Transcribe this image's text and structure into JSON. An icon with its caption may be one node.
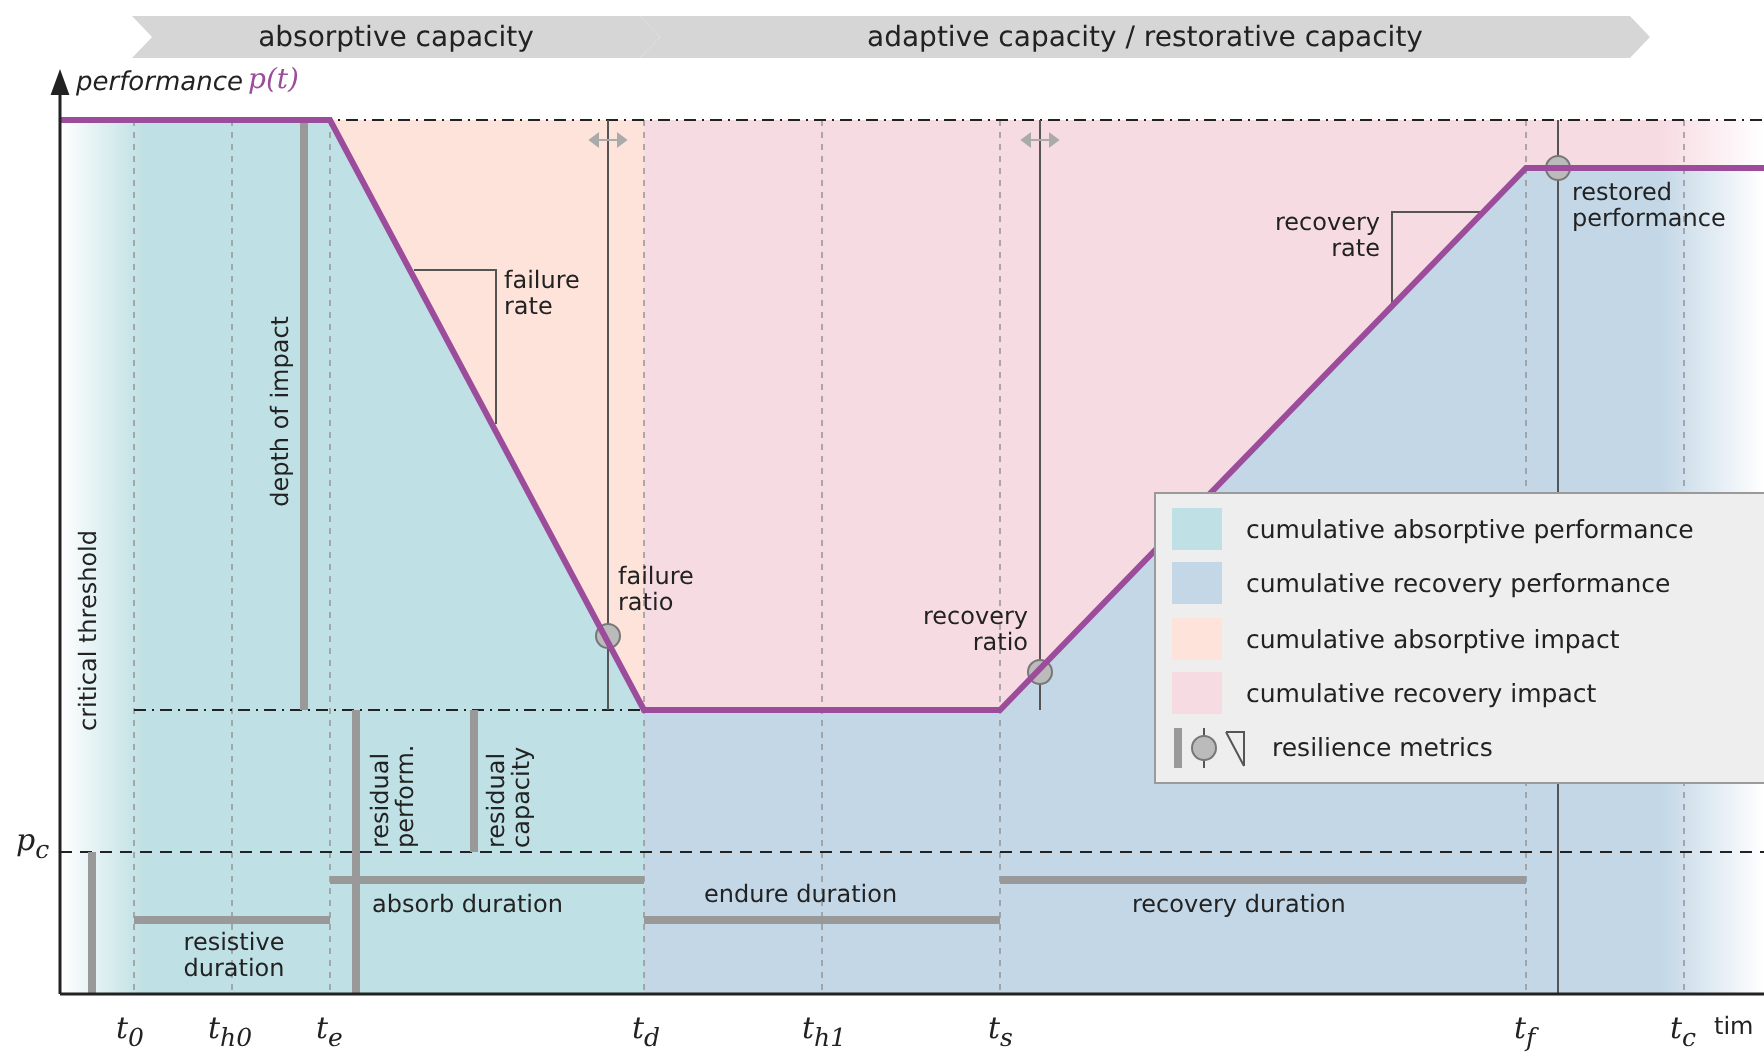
{
  "diagram": {
    "nodes": [
      {
        "text": [
          "absorptive capacity"
        ]
      },
      {
        "text": [
          "adaptive capacity / restorative capacity"
        ]
      }
    ],
    "labels": [
      "performance",
      "p(t)",
      "failure rate",
      "recovery rate",
      "restored performance",
      "depth of impact",
      "failure ratio",
      "recovery ratio",
      "critical threshold",
      "residual perform.",
      "residual capacity",
      "p$_{c}$",
      "absorb duration",
      "endure duration",
      "recovery duration",
      "resistive duration",
      "t$_{0}$",
      "t$_{h0}$",
      "t$_{e}$",
      "t$_{d}$",
      "t$_{h1}$",
      "t$_{s}$",
      "t$_{f}$",
      "t$_{c}$",
      "tim"
    ],
    "legend": [
      {
        "text": "cumulative absorptive performance",
        "color": "#bfe0e4"
      },
      {
        "text": "cumulative recovery performance",
        "color": "#c3d7e6"
      },
      {
        "text": "cumulative absorptive impact",
        "color": "#fde3da"
      },
      {
        "text": "cumulative recovery impact",
        "color": "#f7dbe3"
      },
      {
        "text": "resilience metrics"
      }
    ]
  }
}
